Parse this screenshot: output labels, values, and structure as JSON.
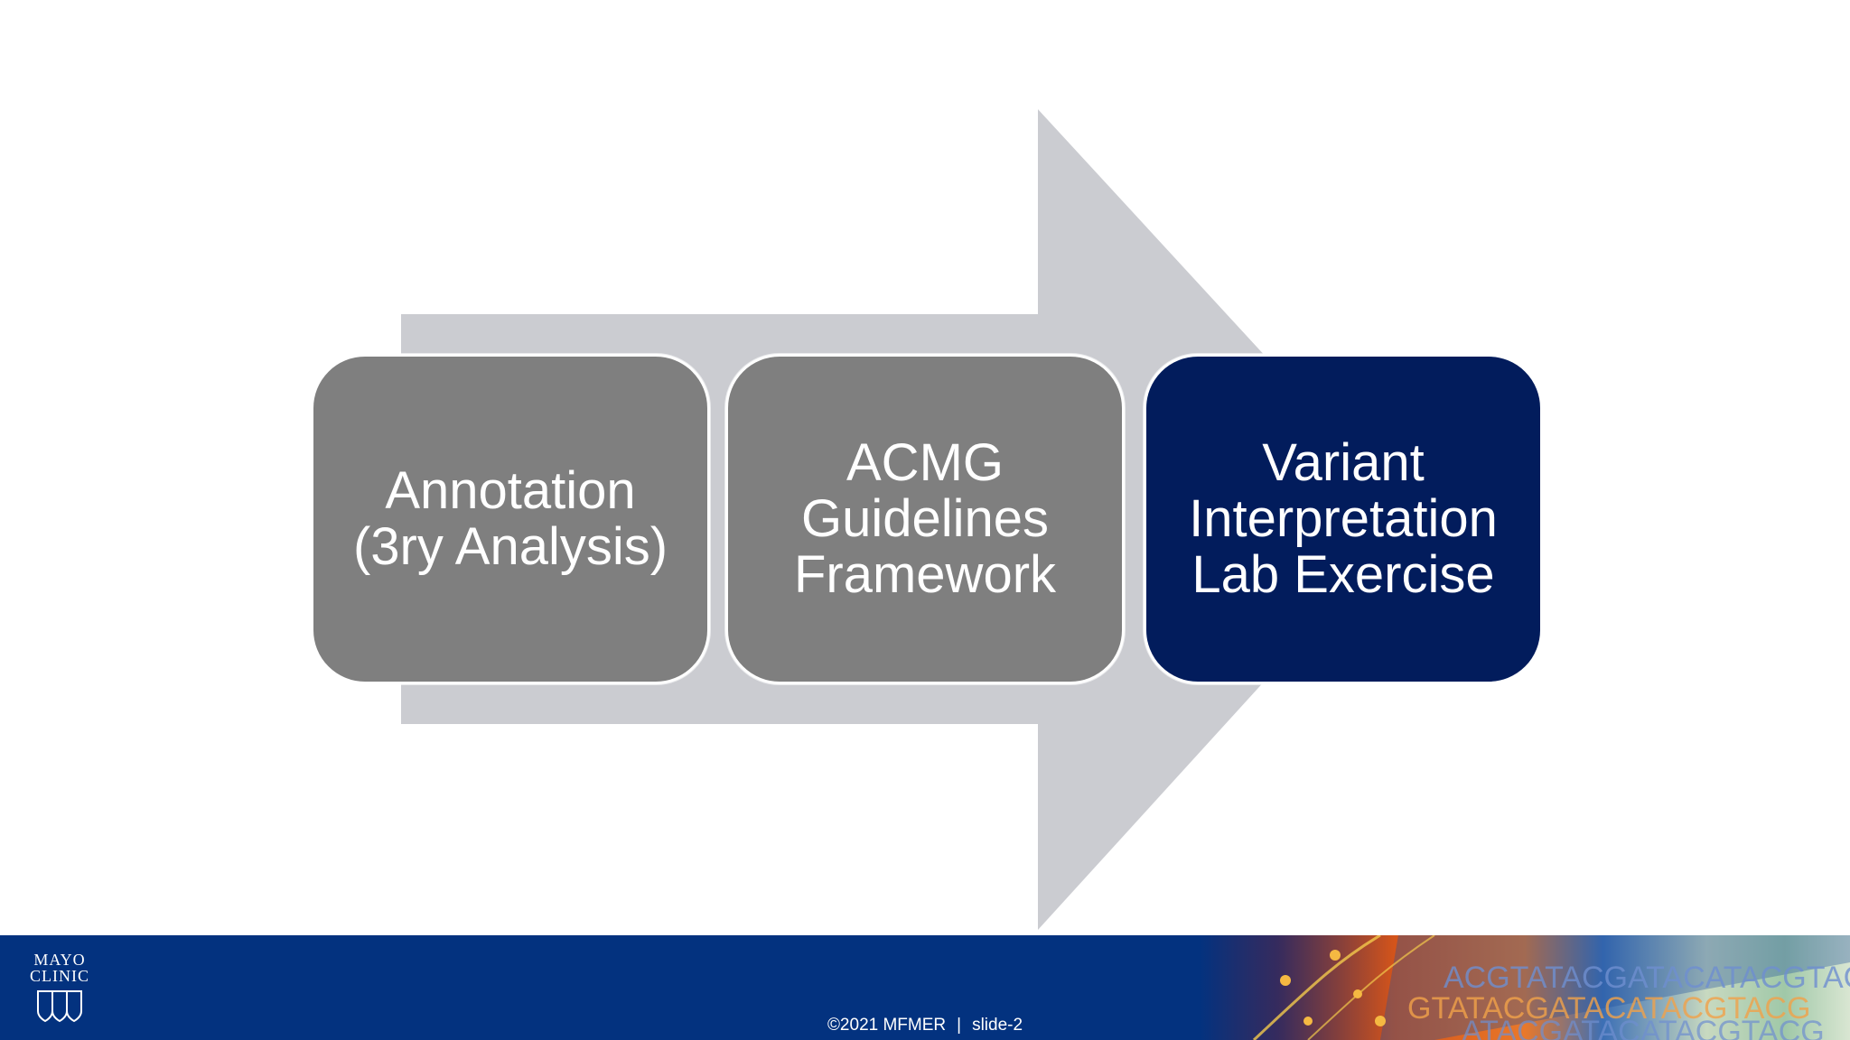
{
  "slide": {
    "steps": [
      {
        "label": "Annotation\n(3ry Analysis)",
        "color": "#7f7f7f"
      },
      {
        "label": "ACMG\nGuidelines\nFramework",
        "color": "#7f7f7f"
      },
      {
        "label": "Variant\nInterpretation\nLab Exercise",
        "color": "#021c5c"
      }
    ],
    "arrow_color": "#cbccd1"
  },
  "footer": {
    "logo_line1": "MAYO",
    "logo_line2": "CLINIC",
    "copyright": "©2021 MFMER",
    "separator": "|",
    "slide_label": "slide-2",
    "background_color": "#03327f",
    "art_text": "ACGTATACGATACATACGTACG"
  }
}
